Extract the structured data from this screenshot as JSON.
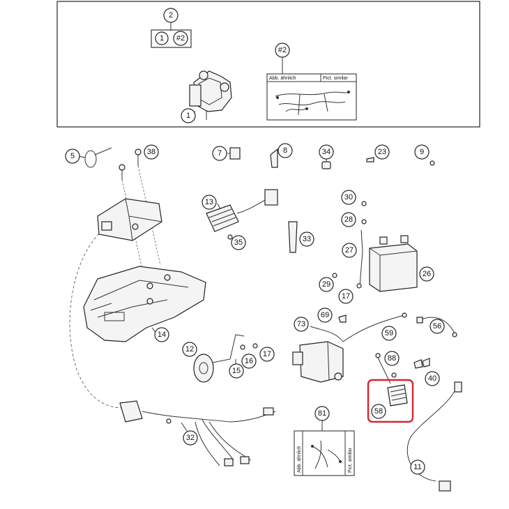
{
  "callouts": {
    "c2": "2",
    "c1_top": "1",
    "c2b": "#2",
    "c1": "1",
    "c2_harness": "#2",
    "c5": "5",
    "c38": "38",
    "c7": "7",
    "c8": "8",
    "c34": "34",
    "c23": "23",
    "c9": "9",
    "c13": "13",
    "c35": "35",
    "c30": "30",
    "c28": "28",
    "c33": "33",
    "c27": "27",
    "c26": "26",
    "c29": "29",
    "c17a": "17",
    "c69": "69",
    "c73": "73",
    "c59": "59",
    "c56": "56",
    "c14": "14",
    "c12": "12",
    "c16": "16",
    "c17b": "17",
    "c15": "15",
    "c88": "88",
    "c40": "40",
    "c58": "58",
    "c81": "81",
    "c32": "32",
    "c11": "11"
  },
  "labels": {
    "abb_top": "Abb. ähnlich",
    "pict_top": "Pict. similar",
    "abb_side": "Abb. ähnlich",
    "pict_side": "Pict. similar"
  },
  "highlight_color": "#d9252b"
}
